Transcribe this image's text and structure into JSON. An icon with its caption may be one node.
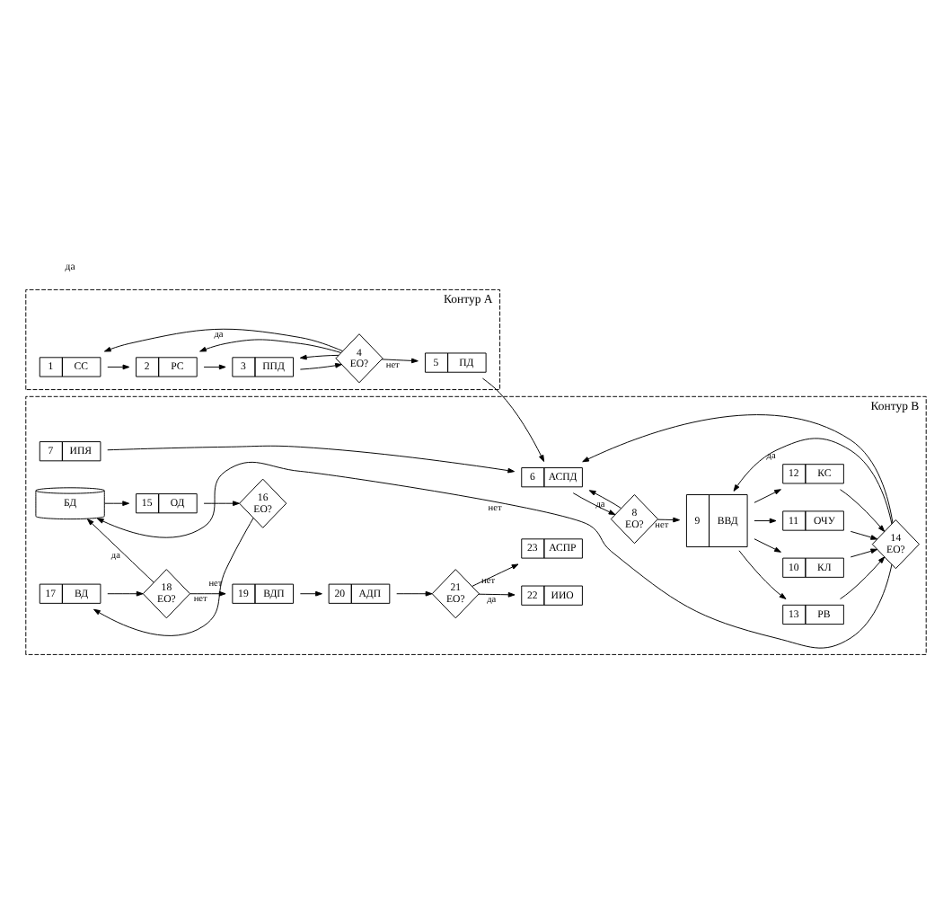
{
  "diagram": {
    "nodes": [
      {
        "text": [
          "Контур A"
        ]
      },
      {
        "text": [
          "1",
          "СС"
        ],
        "in": 0
      },
      {
        "text": [
          "2",
          "РС"
        ],
        "in": 0
      },
      {
        "text": [
          "3",
          "ППД"
        ],
        "in": 0
      },
      {
        "text": [
          "4",
          "ЕО?"
        ],
        "in": 0
      },
      {
        "text": [
          "5",
          "ПД"
        ],
        "in": 0
      },
      {
        "text": [
          "Контур B"
        ]
      },
      {
        "text": [
          "6",
          "АСПД"
        ],
        "in": 6
      },
      {
        "text": [
          "7",
          "ИПЯ"
        ],
        "in": 6
      },
      {
        "text": [
          "8",
          "ЕО?"
        ],
        "in": 6
      },
      {
        "text": [
          "9",
          "ВВД"
        ],
        "in": 6
      },
      {
        "text": [
          "10",
          "КЛ"
        ],
        "in": 6
      },
      {
        "text": [
          "11",
          "ОЧУ"
        ],
        "in": 6
      },
      {
        "text": [
          "12",
          "КС"
        ],
        "in": 6
      },
      {
        "text": [
          "13",
          "РВ"
        ],
        "in": 6
      },
      {
        "text": [
          "14",
          "ЕО?"
        ],
        "in": 6
      },
      {
        "text": [
          "БД"
        ],
        "in": 6
      },
      {
        "text": [
          "15",
          "ОД"
        ],
        "in": 6
      },
      {
        "text": [
          "16",
          "ЕО?"
        ],
        "in": 6
      },
      {
        "text": [
          "17",
          "ВД"
        ],
        "in": 6
      },
      {
        "text": [
          "18",
          "ЕО?"
        ],
        "in": 6
      },
      {
        "text": [
          "19",
          "ВДП"
        ],
        "in": 6
      },
      {
        "text": [
          "20",
          "АДП"
        ],
        "in": 6
      },
      {
        "text": [
          "21",
          "ЕО?"
        ],
        "in": 6
      },
      {
        "text": [
          "22",
          "ИИО"
        ],
        "in": 6
      },
      {
        "text": [
          "23",
          "АСПР"
        ],
        "in": 6
      }
    ],
    "edges": [
      {
        "from": 1,
        "to": 2,
        "arrow": "to"
      },
      {
        "from": 2,
        "to": 3,
        "arrow": "to"
      },
      {
        "from": 3,
        "to": 4,
        "arrow": "to"
      },
      {
        "from": 4,
        "to": 1,
        "arrow": "to",
        "label": "да"
      },
      {
        "from": 4,
        "to": 2,
        "arrow": "to"
      },
      {
        "from": 4,
        "to": 3,
        "arrow": "to"
      },
      {
        "from": 4,
        "to": 5,
        "arrow": "to",
        "label": "нет"
      },
      {
        "from": 5,
        "to": 7,
        "arrow": "to"
      },
      {
        "from": 8,
        "to": 7,
        "arrow": "to"
      },
      {
        "from": 7,
        "to": 9,
        "arrow": "to"
      },
      {
        "from": 9,
        "to": 10,
        "arrow": "to",
        "label": "нет"
      },
      {
        "from": 9,
        "to": 7,
        "arrow": "to",
        "label": "да"
      },
      {
        "from": 10,
        "to": 11,
        "arrow": "to"
      },
      {
        "from": 10,
        "to": 12,
        "arrow": "to"
      },
      {
        "from": 10,
        "to": 13,
        "arrow": "to"
      },
      {
        "from": 10,
        "to": 14,
        "arrow": "to"
      },
      {
        "from": 11,
        "to": 15,
        "arrow": "to"
      },
      {
        "from": 12,
        "to": 15,
        "arrow": "to"
      },
      {
        "from": 13,
        "to": 15,
        "arrow": "to"
      },
      {
        "from": 14,
        "to": 15,
        "arrow": "to"
      },
      {
        "from": 15,
        "to": 10,
        "arrow": "to",
        "label": "да"
      },
      {
        "from": 15,
        "to": 7,
        "arrow": "to"
      },
      {
        "from": 15,
        "to": 16,
        "arrow": "to",
        "label": "нет"
      },
      {
        "from": 16,
        "to": 17,
        "arrow": "to"
      },
      {
        "from": 17,
        "to": 18,
        "arrow": "to"
      },
      {
        "from": 18,
        "to": 19,
        "arrow": "to",
        "label": "нет"
      },
      {
        "from": 19,
        "to": 20,
        "arrow": "to"
      },
      {
        "from": 20,
        "to": 16,
        "arrow": "to",
        "label": "да"
      },
      {
        "from": 20,
        "to": 21,
        "arrow": "to",
        "label": "нет"
      },
      {
        "from": 21,
        "to": 22,
        "arrow": "to"
      },
      {
        "from": 22,
        "to": 23,
        "arrow": "to"
      },
      {
        "from": 23,
        "to": 24,
        "arrow": "to",
        "label": "да"
      },
      {
        "from": 23,
        "to": 25,
        "arrow": "to",
        "label": "нет"
      }
    ],
    "labels": [
      "да"
    ]
  }
}
